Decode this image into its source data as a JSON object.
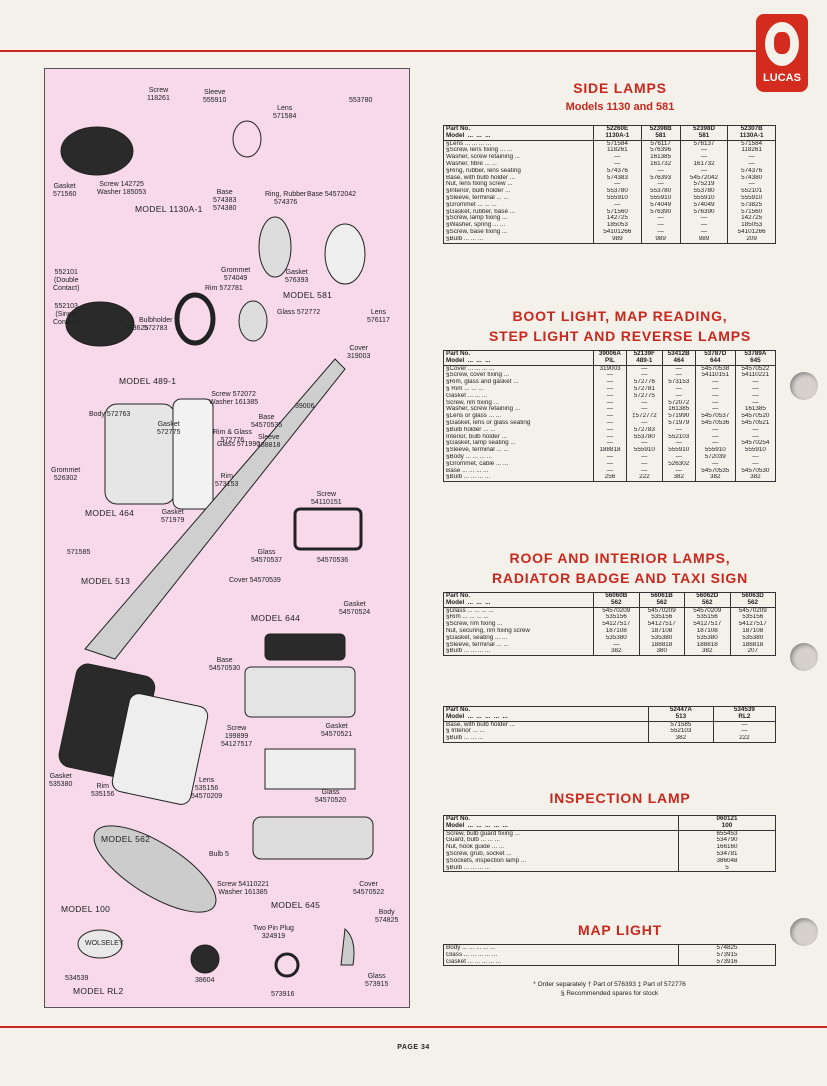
{
  "brand": "LUCAS",
  "page_label": "PAGE 34",
  "colors": {
    "accent": "#c8281e",
    "diagram_bg": "#f7d9ea"
  },
  "diagram": {
    "callouts": [
      "Screw\n118261",
      "Sleeve\n555910",
      "Lens\n571584",
      "553780",
      "Gasket\n571560",
      "Screw 142725\nWasher 185053",
      "Base\n574383\n574380",
      "Ring, Rubber\n574376",
      "Base 54572042",
      "552101\n(Double\nContact)",
      "552103\n(Single\nContact)",
      "573625",
      "Grommet\n574049",
      "Gasket\n576393",
      "Lens\n576117",
      "Bulbholder\n572783",
      "Rim 572781",
      "Glass 572772",
      "Body 572763",
      "Gasket\n572775",
      "Rim & Glass\n572776",
      "Sleeve\n188818",
      "Cover\n319003",
      "39006",
      "Screw 572072\nWasher 161385",
      "Base\n54570535",
      "Glass 571990",
      "Grommet\n526302",
      "Rim\n573153",
      "Gasket\n571979",
      "Screw\n54110151",
      "571585",
      "Glass\n54570537",
      "54570536",
      "Cover 54570539",
      "Gasket\n54570524",
      "Base\n54570530",
      "Gasket\n54570521",
      "Screw\n199899\n54127517",
      "Gasket\n535380",
      "Rim\n535156",
      "Lens\n535156\n54570209",
      "Glass\n54570520",
      "Bulb 5",
      "Screw 54110221\nWasher 161385",
      "Cover\n54570522",
      "Two Pin Plug\n324919",
      "Body\n574825",
      "Glass\n573915",
      "534539",
      "38604",
      "573916"
    ],
    "models": [
      "MODEL 1130A-1",
      "MODEL 581",
      "MODEL 489-1",
      "MODEL 464",
      "MODEL 513",
      "MODEL 644",
      "MODEL 562",
      "MODEL 100",
      "MODEL 645",
      "MODEL RL2"
    ],
    "badge_text": "WOLSELEY"
  },
  "sections": [
    {
      "heading": "SIDE LAMPS",
      "subheading": "Models 1130 and 581",
      "table": {
        "header": [
          "Part No.\nModel  ...  ...  ...",
          "52260E\n1130A-1",
          "52398B\n581",
          "52398D\n581",
          "52307B\n1130A-1"
        ],
        "desc": [
          "§Lens  ...  ...  ...  ...",
          "§Screw, lens fixing  ...  ...",
          "  Washer, screw retaining  ...",
          "  Washer, fibre  ...  ...",
          "§Ring, rubber, lens seating",
          "  Base, with bulb holder  ...",
          "  Nut, lens fixing screw  ...",
          "§Interior, bulb holder  ...",
          "§Sleeve, terminal  ...  ...",
          "§Grommet  ...  ...  ...",
          "§Gasket, rubber, base  ...",
          "§Screw, lamp fixing  ...",
          "§Washer, spring  ...  ...",
          "§Screw, base fixing  ...",
          "§Bulb  ...  ...  ..."
        ],
        "cols": [
          [
            "571584",
            "118261",
            "—",
            "—",
            "574376",
            "574383",
            "—",
            "553780",
            "555910",
            "—",
            "571560",
            "142725",
            "185053",
            "54101266",
            "989"
          ],
          [
            "576117",
            "576396",
            "161385",
            "161732",
            "—",
            "576393",
            "—",
            "553780",
            "555910",
            "574049",
            "576390",
            "—",
            "—",
            "—",
            "989"
          ],
          [
            "576137",
            "—",
            "—",
            "161732",
            "—",
            "54572042",
            "575219",
            "553780",
            "555910",
            "574049",
            "576390",
            "—",
            "—",
            "—",
            "989"
          ],
          [
            "571584",
            "118261",
            "—",
            "—",
            "574376",
            "574380",
            "—",
            "552101",
            "555910",
            "573825",
            "571560",
            "142725",
            "185053",
            "54101266",
            "209"
          ]
        ]
      }
    },
    {
      "heading": "BOOT LIGHT, MAP READING,\nSTEP LIGHT AND REVERSE LAMPS",
      "table": {
        "header": [
          "Part No.\nModel  ...  ...  ...",
          "39006A\nPIL",
          "52139F\n489-1",
          "53412B\n464",
          "53787D\n644",
          "53789A\n645"
        ],
        "desc": [
          "§Cover  ...  ...  ...  ...",
          "§Screw, cover fixing  ...",
          "§Rim, glass and gasket  ...",
          "§  Rim  ...  ...  ...",
          "    Gasket  ...  ...  ...",
          "    Screw, rim fixing  ...",
          "    Washer, screw retaining  ...",
          "§Lens or glass  ...  ...",
          "§Gasket, lens or glass seating",
          "§Bulb holder  ...  ...",
          "  Interior, bulb holder  ...",
          "§Gasket, lamp seating  ...",
          "§Sleeve, terminal  ...  ...",
          "§Body  ...  ...  ...  ...",
          "§Grommet, cable  ...  ...",
          "  Base  ...  ...  ...  ...",
          "§Bulb  ...  ...  ...  ..."
        ],
        "cols": [
          [
            "319003",
            "—",
            "—",
            "—",
            "—",
            "—",
            "—",
            "—",
            "—",
            "—",
            "—",
            "—",
            "188818",
            "—",
            "—",
            "—",
            "256"
          ],
          [
            "—",
            "—",
            "572776",
            "572781",
            "572775",
            "—",
            "—",
            "‡572772",
            "—",
            "572783",
            "553780",
            "—",
            "555910",
            "—",
            "—",
            "—",
            "222"
          ],
          [
            "—",
            "—",
            "573153",
            "—",
            "—",
            "572072",
            "161385",
            "571990",
            "571979",
            "—",
            "552103",
            "—",
            "555910",
            "—",
            "526302",
            "—",
            "382"
          ],
          [
            "54570538",
            "54110151",
            "—",
            "—",
            "—",
            "—",
            "—",
            "54570537",
            "54570536",
            "—",
            "—",
            "—",
            "555910",
            "572039",
            "—",
            "54570535",
            "382"
          ],
          [
            "54570522",
            "54110221",
            "—",
            "—",
            "—",
            "—",
            "161385",
            "54570520",
            "54570521",
            "—",
            "—",
            "54570254",
            "555910",
            "—",
            "—",
            "54570530",
            "382"
          ]
        ]
      }
    },
    {
      "heading": "ROOF AND INTERIOR LAMPS,\nRADIATOR BADGE AND TAXI SIGN",
      "table": {
        "header": [
          "Part No.\nModel  ...  ...  ...",
          "56060B\n562",
          "56061B\n562",
          "56062D\n562",
          "56063D\n562"
        ],
        "desc": [
          "§Glass  ...  ...  ...  ...",
          "§Rim  ...  ...  ...  ...",
          "§Screw, rim fixing  ...",
          "  Nut, securing, rim fixing screw",
          "§Gasket, seating  ...  ...",
          "§Sleeve, terminal  ...  ...",
          "§Bulb  ...  ...  ...  ..."
        ],
        "cols": [
          [
            "54570209",
            "535156",
            "54127517",
            "187108",
            "535380",
            "—",
            "382"
          ],
          [
            "54570209",
            "535156",
            "54127517",
            "187108",
            "535380",
            "188818",
            "380"
          ],
          [
            "54570209",
            "535156",
            "54127517",
            "187108",
            "535380",
            "188818",
            "382"
          ],
          [
            "54570209",
            "535156",
            "54127517",
            "187108",
            "535380",
            "188818",
            "207"
          ]
        ]
      }
    },
    {
      "heading": "",
      "table": {
        "header": [
          "Part No.\nModel  ...  ...  ...  ...  ...",
          "52447A\n513",
          "534539\nRL2"
        ],
        "desc": [
          "Base, with bulb holder  ...",
          "§  Interior  ...  ...",
          "§Bulb  ...  ...  ..."
        ],
        "cols": [
          [
            "571585",
            "552103",
            "382"
          ],
          [
            "—",
            "—",
            "222"
          ]
        ]
      }
    },
    {
      "heading": "INSPECTION LAMP",
      "table": {
        "header": [
          "Part No.\nModel  ...  ...  ...  ...  ...",
          "060121\n100"
        ],
        "desc": [
          "Screw, bulb guard fixing  ...",
          "Guard, bulb  ...  ...  ...",
          "Nut, hook guide  ...  ...",
          "§Screw, grub, socket  ...",
          "§Sockets, inspection lamp  ...",
          "§Bulb  ...  ...  ...  ..."
        ],
        "cols": [
          [
            "655453",
            "534790",
            "166160",
            "534781",
            "386048",
            "5"
          ]
        ]
      }
    },
    {
      "heading": "MAP LIGHT",
      "table": {
        "header": null,
        "desc": [
          "Body  ...  ...  ...  ...  ...",
          "Glass  ...  ...  ...  ...  ...",
          "Gasket  ...  ...  ...  ...  ..."
        ],
        "cols": [
          [
            "574825",
            "573915",
            "573916"
          ]
        ]
      }
    }
  ],
  "footnotes": {
    "line1": "* Order separately    † Part of 576393    ‡ Part of 572776",
    "line2": "§ Recommended spares for stock"
  }
}
